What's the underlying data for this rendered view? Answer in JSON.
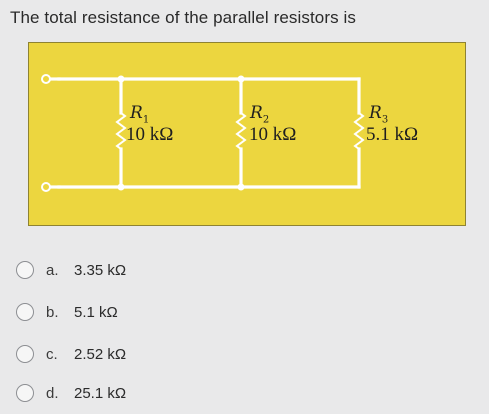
{
  "question": "The total resistance of the parallel resistors is",
  "circuit": {
    "resistors": [
      {
        "name": "R",
        "sub": "1",
        "value": "10 kΩ"
      },
      {
        "name": "R",
        "sub": "2",
        "value": "10 kΩ"
      },
      {
        "name": "R",
        "sub": "3",
        "value": "5.1 kΩ"
      }
    ],
    "colors": {
      "panel": "#ecd63f",
      "wire": "#ffffff"
    }
  },
  "options": [
    {
      "letter": "a.",
      "text": "3.35 kΩ"
    },
    {
      "letter": "b.",
      "text": "5.1 kΩ"
    },
    {
      "letter": "c.",
      "text": "2.52 kΩ"
    },
    {
      "letter": "d.",
      "text": "25.1 kΩ"
    }
  ]
}
